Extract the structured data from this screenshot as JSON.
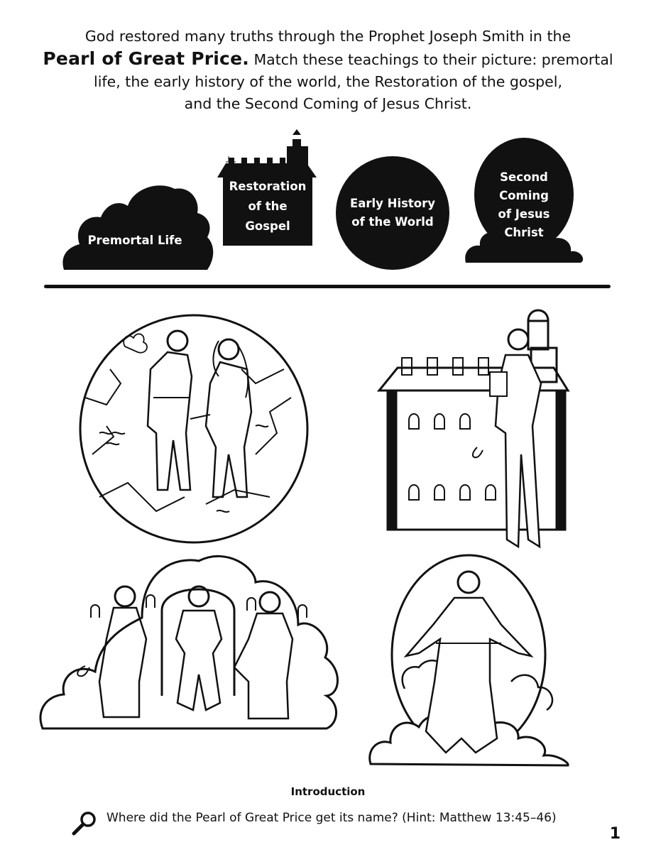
{
  "intro": {
    "line1": "God restored many truths through the Prophet Joseph Smith in the",
    "title": "Pearl of Great Price.",
    "line2_rest": " Match these teachings to their picture: premortal",
    "line3": "life, the early history of the world, the Restoration of the gospel,",
    "line4": "and the Second Coming of Jesus Christ."
  },
  "shapes": {
    "premortal": [
      "Premortal Life"
    ],
    "restoration": [
      "Restoration",
      "of the",
      "Gospel"
    ],
    "early": [
      "Early History",
      "of the World"
    ],
    "second": [
      "Second",
      "Coming",
      "of Jesus",
      "Christ"
    ]
  },
  "footer": {
    "heading": "Introduction",
    "question": "Where did the Pearl of Great Price get its name? (Hint: Matthew 13:45–46)",
    "page_number": "1"
  },
  "icons": [
    "magnifying-glass-icon"
  ]
}
